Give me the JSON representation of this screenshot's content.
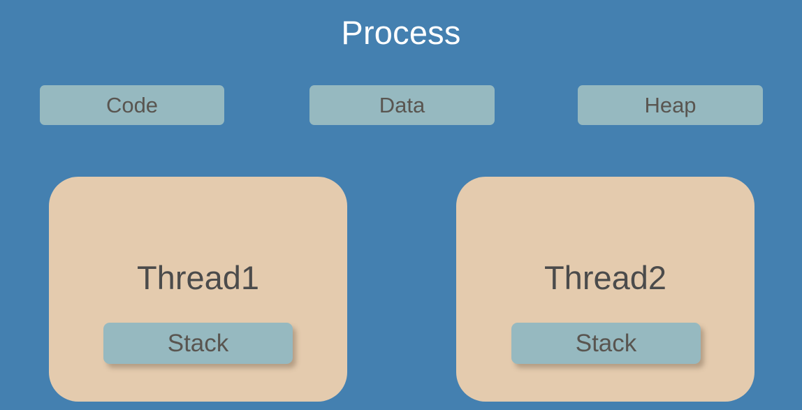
{
  "diagram": {
    "title": "Process",
    "background_color": "#4480b0",
    "segment_box_color": "#96b9c0",
    "thread_box_color": "#e4cbae",
    "title_color": "#ffffff",
    "label_color": "#595550",
    "thread_label_color": "#4b4b4b"
  },
  "segments": [
    {
      "label": "Code"
    },
    {
      "label": "Data"
    },
    {
      "label": "Heap"
    }
  ],
  "threads": [
    {
      "label": "Thread1",
      "stack": {
        "label": "Stack"
      }
    },
    {
      "label": "Thread2",
      "stack": {
        "label": "Stack"
      }
    }
  ]
}
